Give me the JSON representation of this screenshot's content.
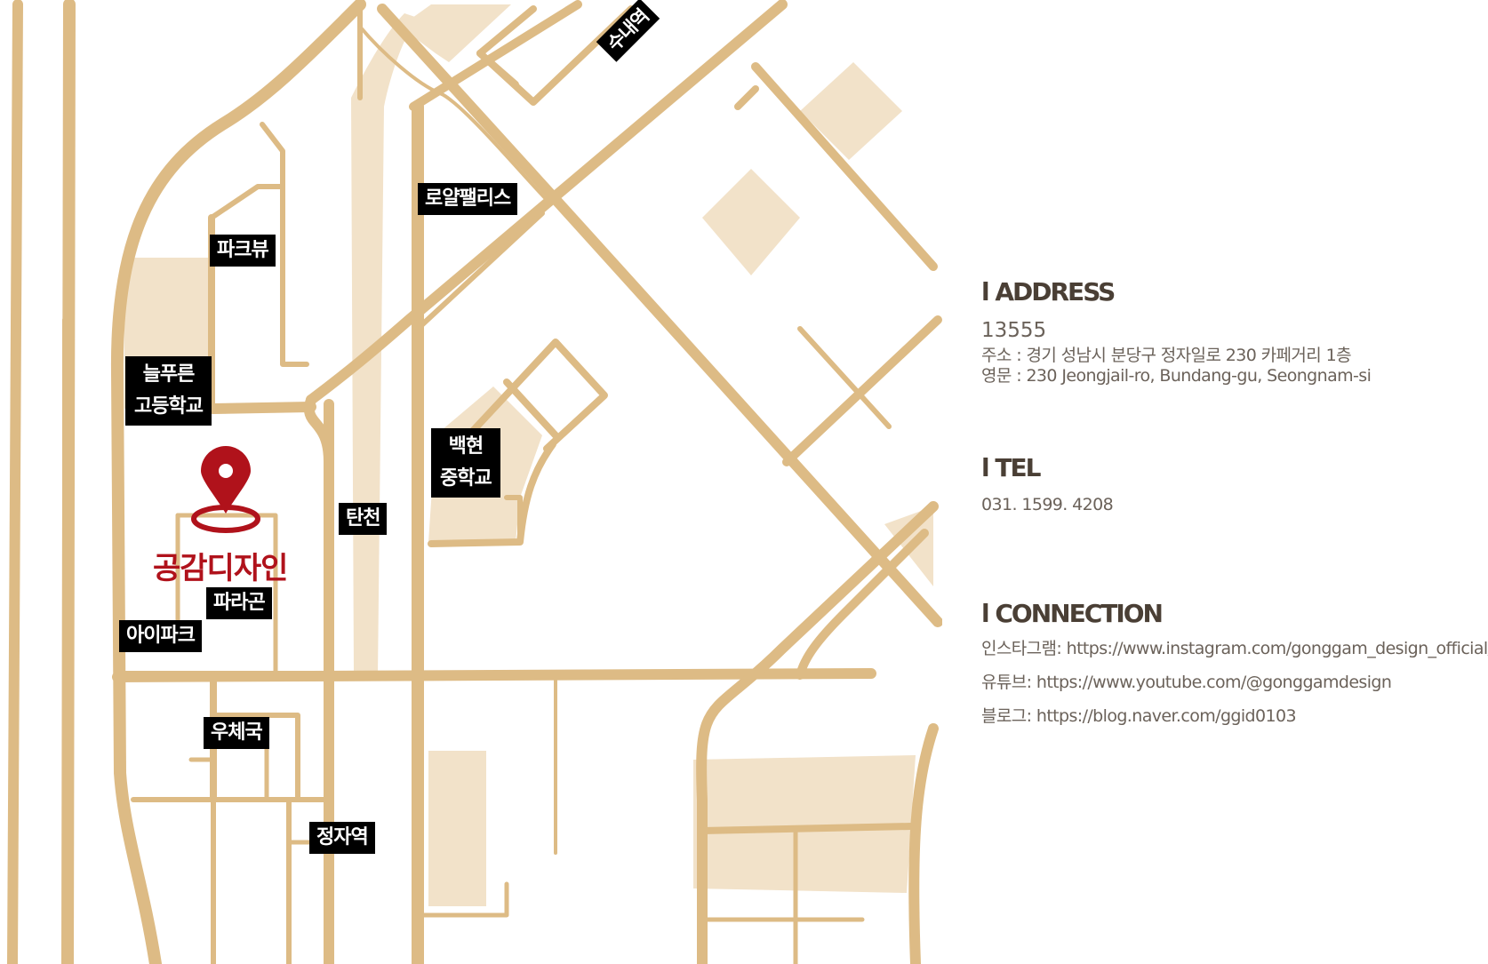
{
  "map": {
    "labels": {
      "sunae_station": "수내역",
      "royal_palace": "로얄팰리스",
      "park_view": "파크뷰",
      "neulpureun_line1": "늘푸른",
      "neulpureun_line2": "고등학교",
      "baekhyeon_line1": "백현",
      "baekhyeon_line2": "중학교",
      "tancheon": "탄천",
      "paragon": "파라곤",
      "ipark": "아이파크",
      "post_office": "우체국",
      "jeongja_station": "정자역"
    },
    "brand_name": "공감디자인",
    "colors": {
      "road": "#ddbb85",
      "block": "#f2e2c9",
      "pin": "#b0121b"
    }
  },
  "info": {
    "address": {
      "title": "l ADDRESS",
      "zip": "13555",
      "korean": "주소 : 경기 성남시 분당구 정자일로 230 카페거리 1층",
      "english": "영문 : 230 Jeongjail-ro, Bundang-gu, Seongnam-si"
    },
    "tel": {
      "title": "l TEL",
      "number": "031. 1599. 4208"
    },
    "connection": {
      "title": "l CONNECTION",
      "instagram": "인스타그램: https://www.instagram.com/gonggam_design_official/",
      "youtube": "유튜브: https://www.youtube.com/@gonggamdesign",
      "blog": "블로그: https://blog.naver.com/ggid0103"
    }
  }
}
